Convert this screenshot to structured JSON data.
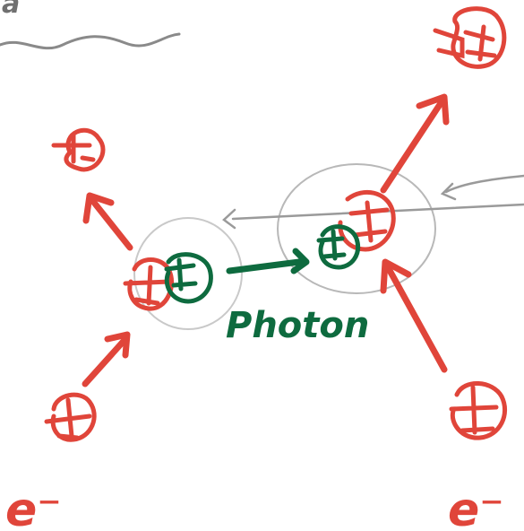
{
  "corner_label": "a",
  "photon_label": "Photon",
  "electron_labels": [
    "e⁻",
    "e⁻"
  ],
  "colors": {
    "electron": "#e0453a",
    "photon": "#0e6b3f",
    "pencil": "#8a8a8a",
    "background": "#ffffff"
  }
}
